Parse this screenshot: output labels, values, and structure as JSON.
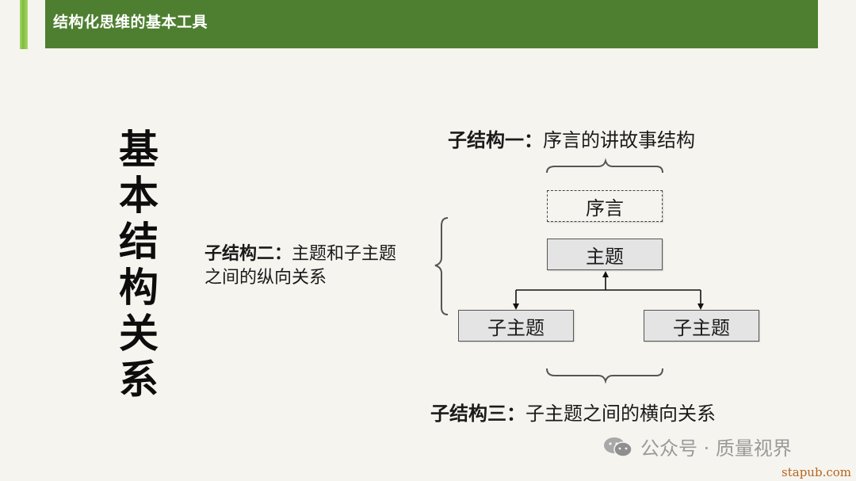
{
  "header": {
    "title": "结构化思维的基本工具",
    "bar_color": "#4e7f30",
    "accent_color": "#7cbf3a"
  },
  "vertical_title": [
    "基",
    "本",
    "结",
    "构",
    "关",
    "系"
  ],
  "labels": {
    "sub1_bold": "子结构一：",
    "sub1_text": "序言的讲故事结构",
    "sub2_bold": "子结构二：",
    "sub2_text": "主题和子主题之间的纵向关系",
    "sub3_bold": "子结构三：",
    "sub3_text": "子主题之间的横向关系"
  },
  "diagram": {
    "preface": "序言",
    "topic": "主题",
    "subtopic_left": "子主题",
    "subtopic_right": "子主题"
  },
  "watermark": {
    "text": "公众号 · 质量视界",
    "icon": "wechat-icon"
  },
  "site": "stapub.com"
}
